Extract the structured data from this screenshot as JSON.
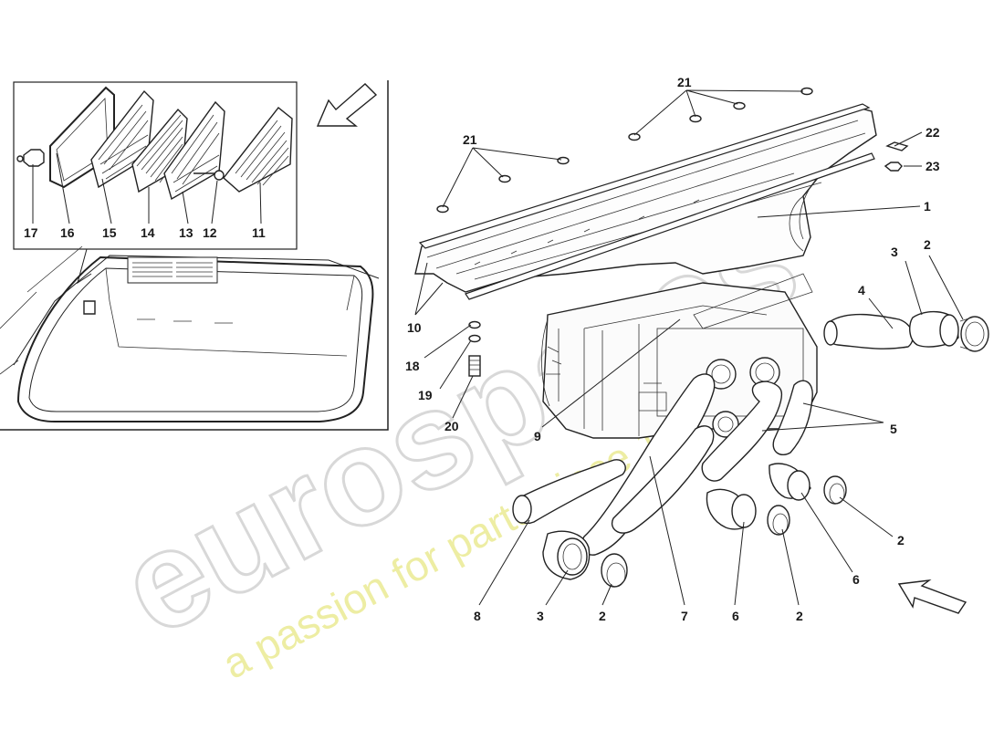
{
  "watermark": {
    "brand": "eurospares",
    "tagline": "a passion for parts since 1985"
  },
  "callouts": [
    {
      "id": "c21a",
      "text": "21"
    },
    {
      "id": "c21b",
      "text": "21"
    },
    {
      "id": "c22",
      "text": "22"
    },
    {
      "id": "c23",
      "text": "23"
    },
    {
      "id": "c1",
      "text": "1"
    },
    {
      "id": "c3r",
      "text": "3"
    },
    {
      "id": "c2r",
      "text": "2"
    },
    {
      "id": "c4",
      "text": "4"
    },
    {
      "id": "c10",
      "text": "10"
    },
    {
      "id": "c18",
      "text": "18"
    },
    {
      "id": "c19",
      "text": "19"
    },
    {
      "id": "c20",
      "text": "20"
    },
    {
      "id": "c9",
      "text": "9"
    },
    {
      "id": "c5",
      "text": "5"
    },
    {
      "id": "c2m",
      "text": "2"
    },
    {
      "id": "c6r",
      "text": "6"
    },
    {
      "id": "c8",
      "text": "8"
    },
    {
      "id": "c3b",
      "text": "3"
    },
    {
      "id": "c2b",
      "text": "2"
    },
    {
      "id": "c7",
      "text": "7"
    },
    {
      "id": "c6b",
      "text": "6"
    },
    {
      "id": "c2bb",
      "text": "2"
    },
    {
      "id": "c17",
      "text": "17"
    },
    {
      "id": "c16",
      "text": "16"
    },
    {
      "id": "c15",
      "text": "15"
    },
    {
      "id": "c14",
      "text": "14"
    },
    {
      "id": "c13",
      "text": "13"
    },
    {
      "id": "c12",
      "text": "12"
    },
    {
      "id": "c11",
      "text": "11"
    }
  ]
}
